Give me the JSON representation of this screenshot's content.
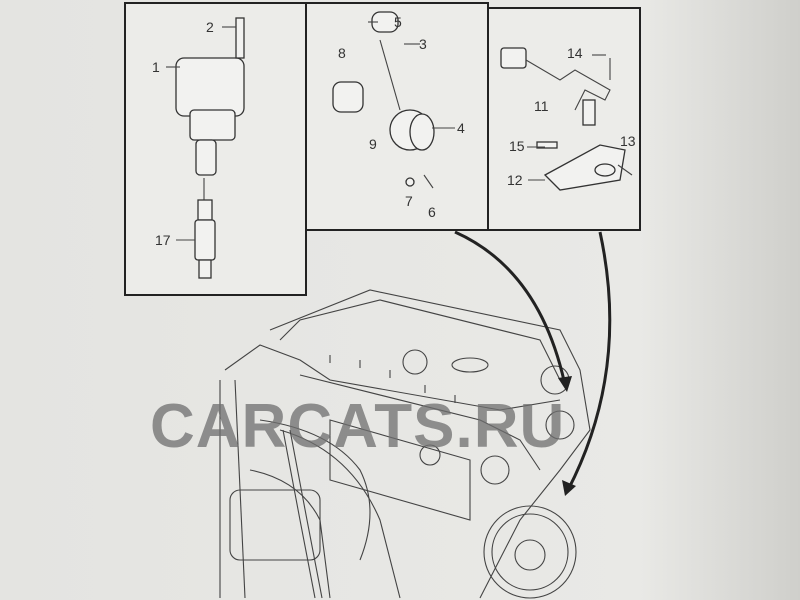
{
  "diagram": {
    "watermark": "CARCATS.RU",
    "panels": [
      {
        "name": "ignition-coil-panel",
        "callouts": [
          "1",
          "2",
          "17"
        ]
      },
      {
        "name": "camshaft-position-sensor-panel",
        "callouts": [
          "3",
          "4",
          "5",
          "6",
          "7",
          "8",
          "9"
        ]
      },
      {
        "name": "crankshaft-sensor-panel",
        "callouts": [
          "11",
          "12",
          "13",
          "14",
          "15"
        ]
      }
    ],
    "callouts": {
      "c1": "1",
      "c2": "2",
      "c3": "3",
      "c4": "4",
      "c5": "5",
      "c6": "6",
      "c7": "7",
      "c8": "8",
      "c9": "9",
      "c11": "11",
      "c12": "12",
      "c13": "13",
      "c14": "14",
      "c15": "15",
      "c17": "17"
    }
  }
}
